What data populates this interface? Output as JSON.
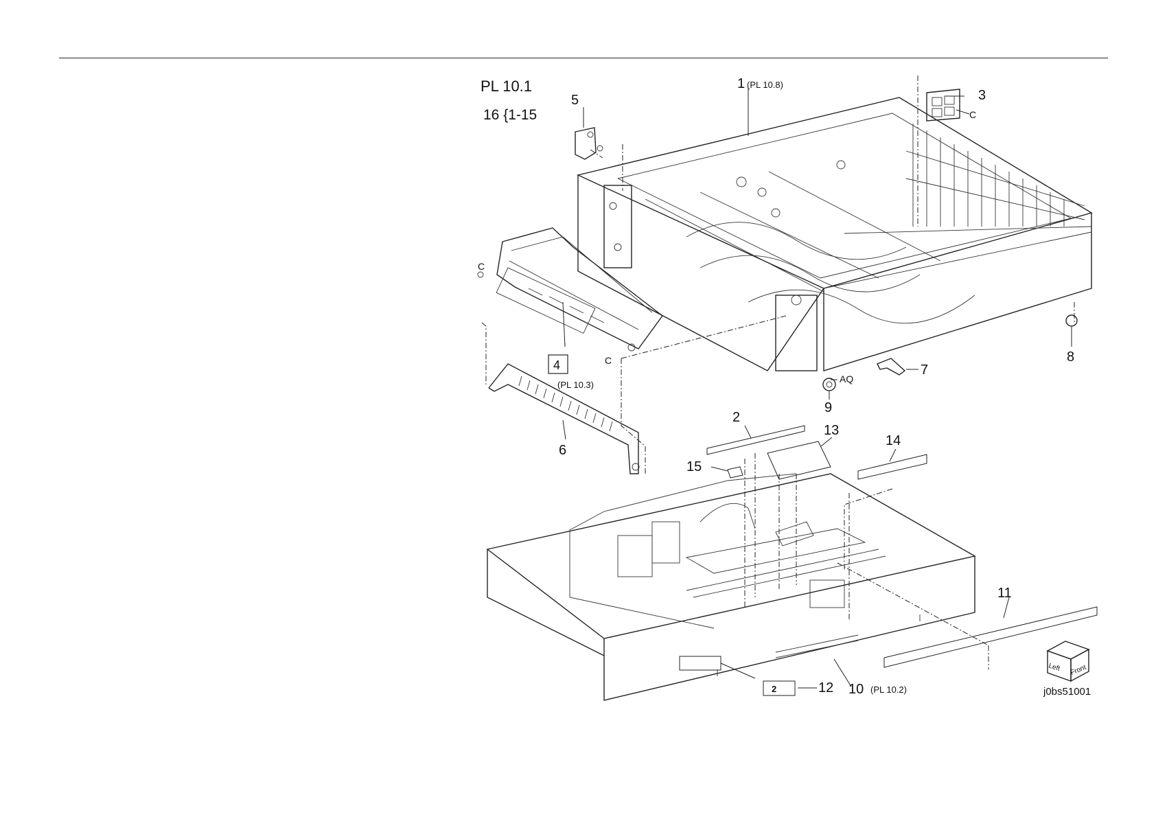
{
  "header": {
    "plate_title": "PL 10.1",
    "assembly_note": "16 {1-15",
    "figure_id": "j0bs51001"
  },
  "orientation_box": {
    "left_label": "Left",
    "front_label": "Front"
  },
  "callouts": {
    "c1": "1",
    "c1_ref": "(PL 10.8)",
    "c2": "2",
    "c3": "3",
    "c4": "4",
    "c4_ref": "(PL 10.3)",
    "c5": "5",
    "c6": "6",
    "c7": "7",
    "c8": "8",
    "c9": "9",
    "c10": "10",
    "c10_ref": "(PL 10.2)",
    "c11": "11",
    "c12": "12",
    "c12_tag": "2",
    "c13": "13",
    "c14": "14",
    "c15": "15"
  },
  "connectors": {
    "c_top_right": "C",
    "c_left": "C",
    "c_lower": "C",
    "aq": "AQ"
  }
}
